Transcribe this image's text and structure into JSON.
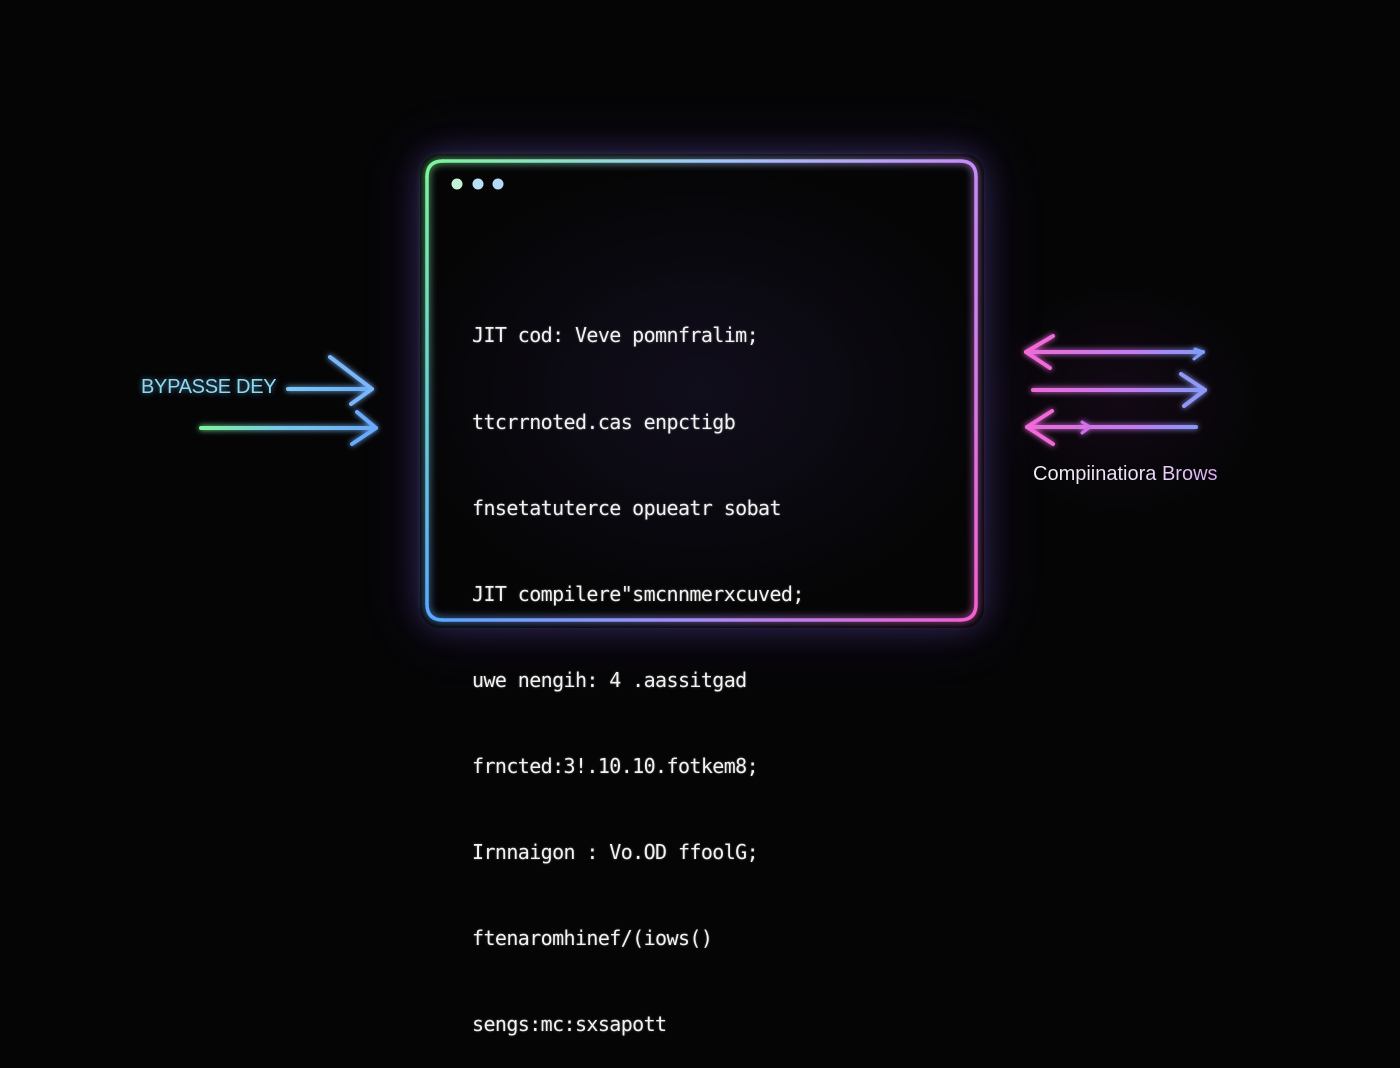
{
  "diagram": {
    "browser_window": {
      "traffic_dots": [
        "dot-1",
        "dot-2",
        "dot-3"
      ],
      "code_lines": [
        "JIT cod: Veve pomnfralim;",
        "ttcrrnoted.cas enpctigb",
        "fnsetatuterce opueatr sobat",
        "JIT compilere\"smcnnmerxcuved;",
        "uwe nengih: 4 .aassitgad",
        "frncted:3!.10.10.fotkem8;",
        "Irnnaigon : Vo.OD ffoolG;",
        "ftenaromhinef/(iows()",
        "sengs:mc:sxsapott"
      ]
    },
    "left": {
      "label": "BYPASSE DEY",
      "arrows": [
        "arrow-right-upper",
        "arrow-right-lower"
      ]
    },
    "right": {
      "label": "Compiinatiora Brows",
      "arrows": [
        "arrow-left-top",
        "arrow-right-middle",
        "arrow-left-bottom"
      ]
    },
    "colors": {
      "background": "#050506",
      "frame_top_left": "#7cf59a",
      "frame_top_right": "#c58cf5",
      "frame_bottom_left": "#5aa8ff",
      "frame_bottom_right": "#f060d0",
      "left_label": "#8fd9f0",
      "left_arrow_green": "#7cf59a",
      "left_arrow_blue": "#6aaaf8",
      "right_arrow_pink": "#f06ad8",
      "right_arrow_blue": "#7f9cf8",
      "dot_color": "#b6ddf8",
      "code_text": "#f2f2f2"
    }
  }
}
